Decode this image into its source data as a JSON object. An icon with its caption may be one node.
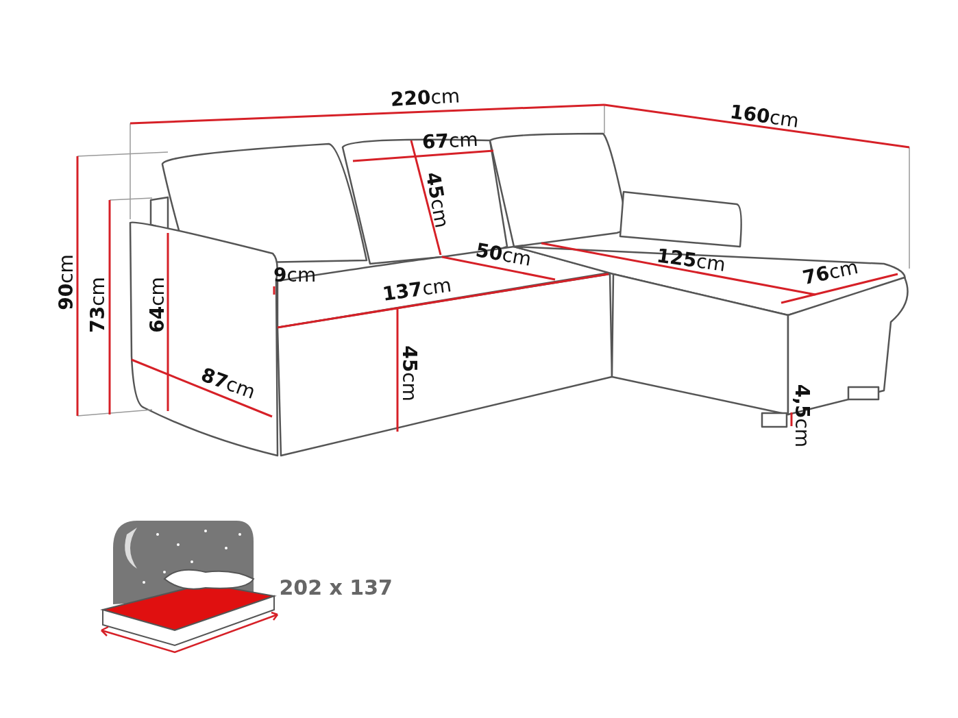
{
  "diagram": {
    "labels": [
      "**220**cm",
      "**160**cm",
      "**67**cm",
      "**45**cm",
      "**90**cm",
      "**73**cm",
      "**64**cm",
      "**9**cm",
      "**50**cm",
      "**125**cm",
      "**76**cm",
      "**137**cm",
      "**87**cm",
      "**45**cm",
      "**4,5**cm",
      "202 x 137"
    ]
  }
}
